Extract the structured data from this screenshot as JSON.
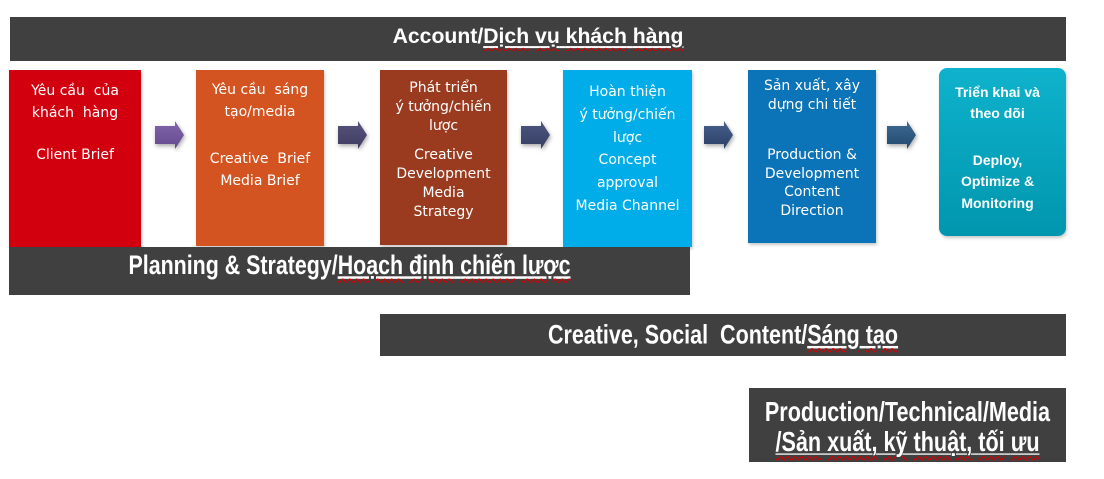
{
  "banners": {
    "account": {
      "prefix": "Account/",
      "underlined_vi": "Dịch vụ khách hàng"
    },
    "planning": {
      "prefix": "Planning & Strategy/",
      "underlined_vi": "Hoạch định chiến lược"
    },
    "creative": {
      "prefix": "Creative, Social  Content/",
      "underlined_vi": "Sáng tạo"
    },
    "production": {
      "line1": "Production/Technical/Media",
      "line2_underlined_vi": "/Sản xuất, kỹ thuật, tối ưu"
    }
  },
  "boxes": [
    {
      "name": "client-brief",
      "fill": "#d2000e",
      "top_lines": [
        "Yêu cầu  của",
        "khách  hàng"
      ],
      "bottom_lines": [
        "Client Brief"
      ]
    },
    {
      "name": "creative-media-brief",
      "fill": "#d35420",
      "top_lines": [
        "Yêu cầu  sáng",
        "tạo/media"
      ],
      "bottom_lines": [
        "Creative  Brief",
        "Media Brief"
      ]
    },
    {
      "name": "creative-development",
      "fill": "#9a3b1f",
      "top_lines": [
        "Phát triển",
        "ý tưởng/chiến",
        "lược"
      ],
      "bottom_lines": [
        "Creative",
        "Development",
        "Media",
        "Strategy"
      ]
    },
    {
      "name": "concept-approval",
      "fill": "#00ade9",
      "top_lines": [
        "Hoàn thiện",
        "ý tưởng/chiến",
        "lược"
      ],
      "bottom_lines": [
        "Concept",
        "approval",
        "Media Channel"
      ]
    },
    {
      "name": "production-development",
      "fill": "#0b73b7",
      "top_lines": [
        "Sản xuất, xây",
        "dựng chi tiết"
      ],
      "bottom_lines": [
        "Production &",
        "Development",
        "Content",
        "Direction"
      ]
    },
    {
      "name": "deploy-monitoring",
      "fill": {
        "top": "#0fb2cc",
        "bottom": "#0096ae"
      },
      "top_lines": [
        "Triển khai và",
        "theo dõi"
      ],
      "bottom_lines": [
        "Deploy,",
        "Optimize &",
        "Monitoring"
      ]
    }
  ],
  "arrows": [
    {
      "name": "arrow-1",
      "fill": {
        "top": "#8166a9",
        "bottom": "#654990"
      }
    },
    {
      "name": "arrow-2",
      "fill": {
        "top": "#55527b",
        "bottom": "#403d64"
      }
    },
    {
      "name": "arrow-3",
      "fill": {
        "top": "#4d5680",
        "bottom": "#353e62"
      }
    },
    {
      "name": "arrow-4",
      "fill": {
        "top": "#47608c",
        "bottom": "#2a3f66"
      }
    },
    {
      "name": "arrow-5",
      "fill": {
        "top": "#3e6a92",
        "bottom": "#22496f"
      }
    }
  ],
  "palette": {
    "banner_background": "#404040",
    "banner_text": "#ffffff",
    "box_text": "#ffffff",
    "spellcheck_squiggle": "#d90000",
    "page_background": "#ffffff"
  }
}
